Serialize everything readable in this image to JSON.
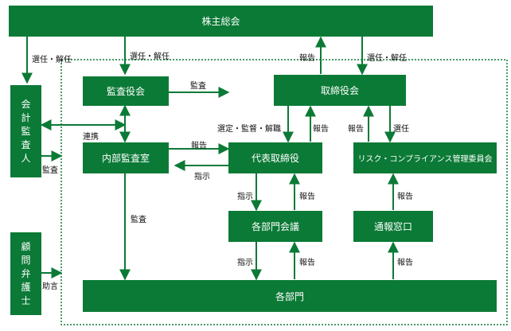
{
  "boxes": {
    "shareholders": "株主総会",
    "auditors_board": "監査役会",
    "board": "取締役会",
    "internal_audit": "内部監査室",
    "president": "代表取締役",
    "risk_committee": "リスク・コンプライアンス管理委員会",
    "dept_meeting": "各部門会議",
    "whistleblow": "通報窓口",
    "departments": "各部門",
    "accounting_auditor": [
      "会",
      "計",
      "監",
      "査",
      "人"
    ],
    "legal_advisor": [
      "顧",
      "問",
      "弁",
      "護",
      "士"
    ]
  },
  "labels": {
    "elect_left": "選任・解任",
    "elect_mid": "選任・解任",
    "report_board_up": "報告",
    "elect_right": "選任・解任",
    "audit_h": "監査",
    "appoint_supervise": "選定・監督・解職",
    "report_president": "報告",
    "report_risk": "報告",
    "select_risk": "選任",
    "cooperate": "連携",
    "report_internal": "報告",
    "instruct_internal": "指示",
    "audit_external": "監査",
    "instruct_meeting": "指示",
    "report_meeting": "報告",
    "report_whistle": "報告",
    "audit_depts": "監査",
    "instruct_depts": "指示",
    "report_depts": "報告",
    "report_whistle_depts": "報告",
    "advice": "助言"
  },
  "colors": {
    "box_fill": "#0b7a36",
    "line": "#0b7a36",
    "text": "#ffffff"
  }
}
